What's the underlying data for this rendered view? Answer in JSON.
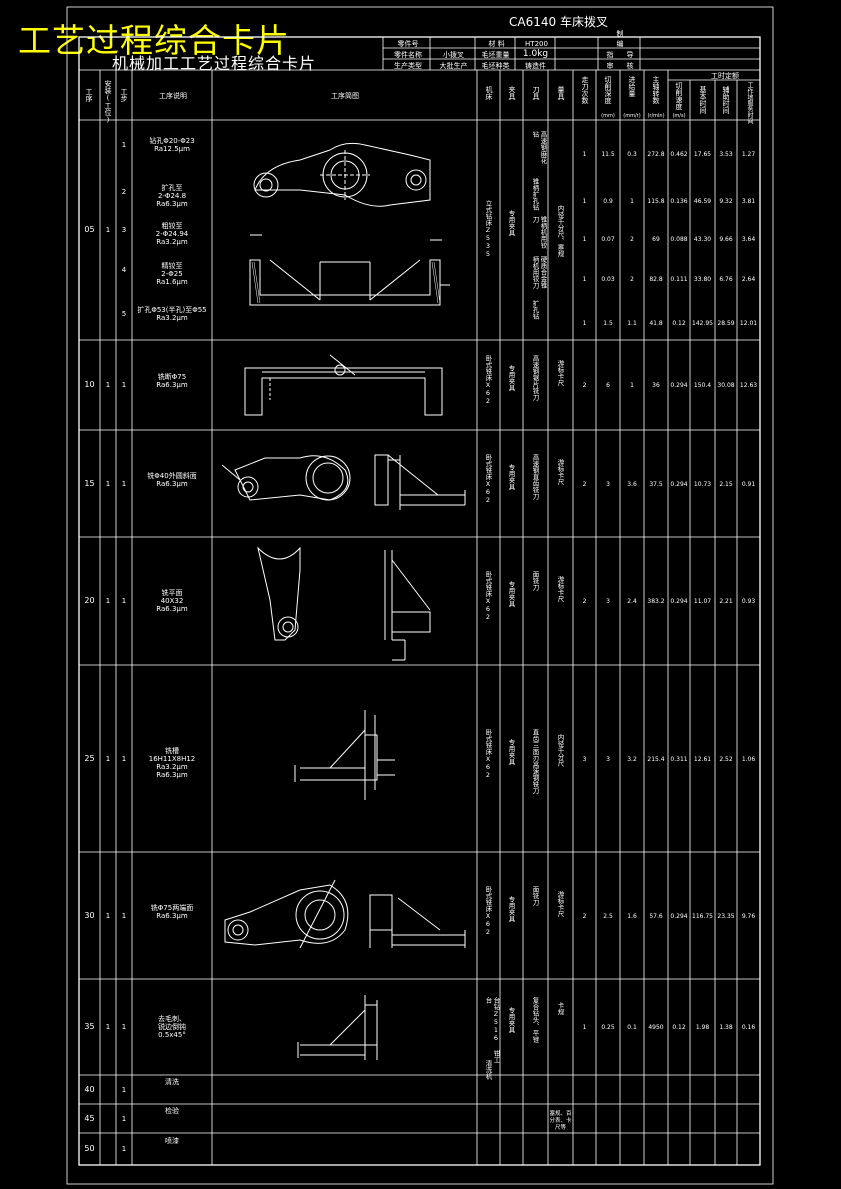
{
  "banner_title": "工艺过程综合卡片",
  "sheet": {
    "title": "CA6140  车床拨叉"
  },
  "card_title": "机械加工工艺过程综合卡片",
  "header": {
    "r1": [
      "零件号",
      "材 料",
      "HT200",
      "编",
      "制"
    ],
    "r2": [
      "零件名称",
      "小拨叉",
      "毛坯重量",
      "1.0kg",
      "指",
      "导"
    ],
    "r3": [
      "生产类型",
      "大批生产",
      "毛坯种类",
      "铸造件",
      "审",
      "核"
    ]
  },
  "columns": {
    "gx": "工序",
    "az": "安装(工位)",
    "gb": "工步",
    "sm": "工序说明",
    "jt": "工序简图",
    "jc": "机床",
    "jj": "夹具",
    "dj": "刀具",
    "lj": "量具",
    "zd": "走刀次数",
    "qs": "切削深度",
    "jg": "进给量",
    "zs": "主轴转数",
    "sd": "切削速度",
    "gsde": "工时定额",
    "jb": "基本时间",
    "fz": "辅助时间",
    "gzd": "工作地服务时间",
    "u1": "(mm)",
    "u2": "(mm/r)",
    "u3": "(r/min)",
    "u4": "(m/s)"
  },
  "ops": [
    {
      "no": "05",
      "az": "1",
      "jc": "立式钻床Z535",
      "jj": "专用夹具",
      "lj": "内径千分尺、塞规",
      "steps": [
        {
          "gb": "1",
          "sm": "钻孔Φ20-Φ23\nRa12.5μm",
          "dj": "高速钢麻花钻",
          "zd": "1",
          "qs": "11.5",
          "jg": "0.3",
          "zs": "272.8",
          "sd": "0.462",
          "jb": "17.65",
          "fz": "3.53",
          "gzd": "1.27"
        },
        {
          "gb": "2",
          "sm": "扩孔至\n2-Φ24.8\nRa6.3μm",
          "dj": "锥柄扩孔钻",
          "zd": "1",
          "qs": "0.9",
          "jg": "1",
          "zs": "115.8",
          "sd": "0.136",
          "jb": "46.59",
          "fz": "9.32",
          "gzd": "3.81"
        },
        {
          "gb": "3",
          "sm": "粗铰至\n2-Φ24.94\nRa3.2μm",
          "dj": "锥柄机用铰刀",
          "zd": "1",
          "qs": "0.07",
          "jg": "2",
          "zs": "69",
          "sd": "0.088",
          "jb": "43.30",
          "fz": "9.66",
          "gzd": "3.64"
        },
        {
          "gb": "4",
          "sm": "精铰至\n2-Φ25\nRa1.6μm",
          "dj": "硬质合金锥柄机用铰刀",
          "zd": "1",
          "qs": "0.03",
          "jg": "2",
          "zs": "82.8",
          "sd": "0.111",
          "jb": "33.80",
          "fz": "6.76",
          "gzd": "2.64"
        },
        {
          "gb": "5",
          "sm": "扩孔Φ53(半孔)至Φ55\nRa3.2μm",
          "dj": "扩孔钻",
          "zd": "1",
          "qs": "1.5",
          "jg": "1.1",
          "zs": "41.8",
          "sd": "0.12",
          "jb": "142.95",
          "fz": "28.59",
          "gzd": "12.01"
        }
      ]
    },
    {
      "no": "10",
      "az": "1",
      "gb": "1",
      "sm": "铣断Φ75\nRa6.3μm",
      "jc": "卧式铣床X62",
      "jj": "专用夹具",
      "dj": "高速钢锯片铣刀",
      "lj": "游标卡尺",
      "zd": "2",
      "qs": "6",
      "jg": "1",
      "zs": "36",
      "sd": "0.294",
      "jb": "150.4",
      "fz": "30.08",
      "gzd": "12.63"
    },
    {
      "no": "15",
      "az": "1",
      "gb": "1",
      "sm": "铣Φ40外圆斜面\nRa6.3μm",
      "jc": "卧式铣床X62",
      "jj": "专用夹具",
      "dj": "高速钢直齿铣刀",
      "lj": "游标卡尺",
      "zd": "2",
      "qs": "3",
      "jg": "3.6",
      "zs": "37.5",
      "sd": "0.294",
      "jb": "10.73",
      "fz": "2.15",
      "gzd": "0.91"
    },
    {
      "no": "20",
      "az": "1",
      "gb": "1",
      "sm": "铣平面\n40X32\nRa6.3μm",
      "jc": "卧式铣床X62",
      "jj": "专用夹具",
      "dj": "面铣刀",
      "lj": "游标卡尺",
      "zd": "2",
      "qs": "3",
      "jg": "2.4",
      "zs": "383.2",
      "sd": "0.294",
      "jb": "11.07",
      "fz": "2.21",
      "gzd": "0.93"
    },
    {
      "no": "25",
      "az": "1",
      "gb": "1",
      "sm": "铣槽\n16H11X8H12\nRa3.2μm\nRa6.3μm",
      "jc": "卧式铣床X62",
      "jj": "专用夹具",
      "dj": "直齿三面刃高速钢铣刀",
      "lj": "内径千分尺",
      "zd": "3",
      "qs": "3",
      "jg": "3.2",
      "zs": "215.4",
      "sd": "0.311",
      "jb": "12.61",
      "fz": "2.52",
      "gzd": "1.06"
    },
    {
      "no": "30",
      "az": "1",
      "gb": "1",
      "sm": "铣Φ75两端面\nRa6.3μm",
      "jc": "卧式铣床X62",
      "jj": "专用夹具",
      "dj": "面铣刀",
      "lj": "游标卡尺",
      "zd": "2",
      "qs": "2.5",
      "jg": "1.6",
      "zs": "57.6",
      "sd": "0.294",
      "jb": "116.75",
      "fz": "23.35",
      "gzd": "9.76"
    },
    {
      "no": "35",
      "az": "1",
      "gb": "1",
      "sm": "去毛刺、\n锐边倒钝\n0.5x45°",
      "jc": "台钻Z516\n钳工台",
      "jj": "专用夹具",
      "dj": "复合钻头、平锉",
      "lj": "卡规",
      "zd": "1",
      "qs": "0.25",
      "jg": "0.1",
      "zs": "4950",
      "sd": "0.12",
      "jb": "1.98",
      "fz": "1.38",
      "gzd": "0.16"
    },
    {
      "no": "40",
      "az": "",
      "gb": "1",
      "sm": "清洗",
      "jc": "清洗机"
    },
    {
      "no": "45",
      "az": "",
      "gb": "1",
      "sm": "检验",
      "lj": "塞规、百分表、卡尺等"
    },
    {
      "no": "50",
      "az": "",
      "gb": "1",
      "sm": "喷漆"
    }
  ]
}
